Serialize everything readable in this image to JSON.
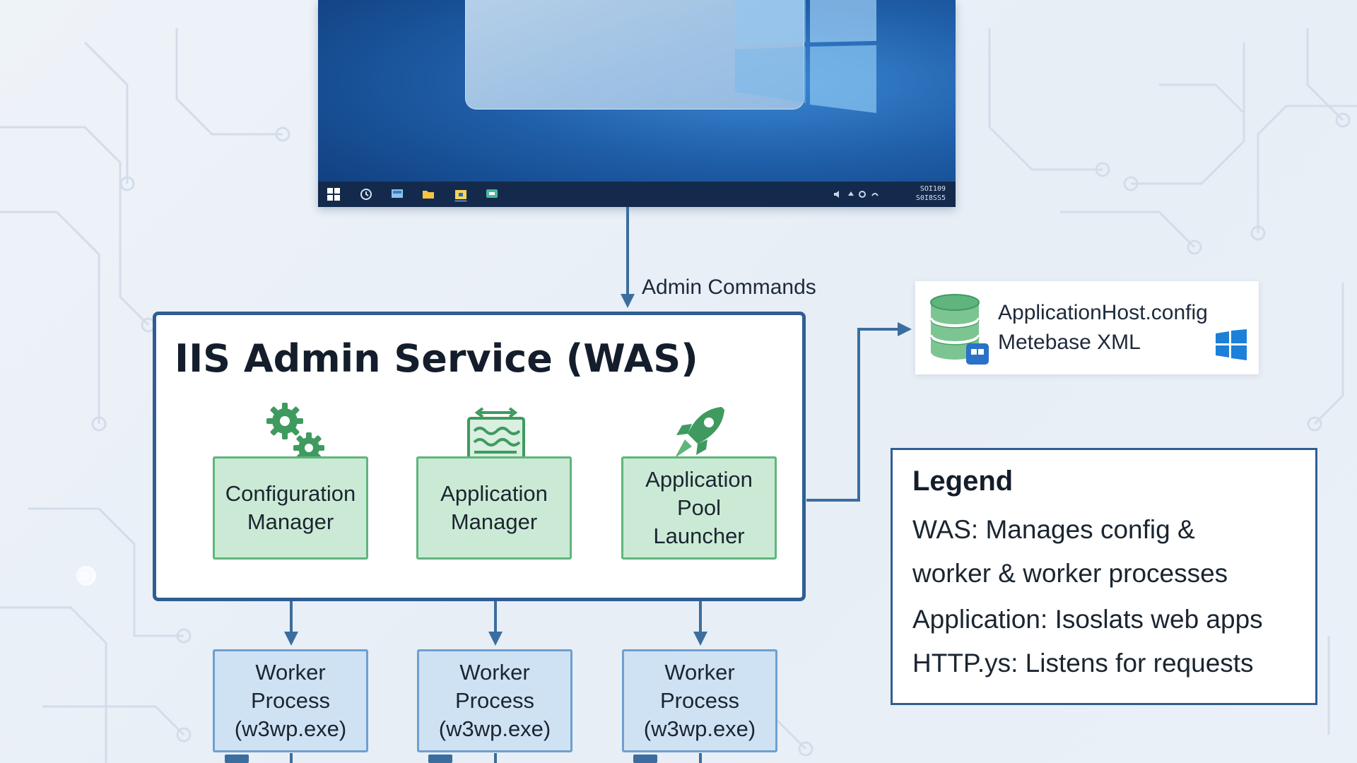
{
  "diagram": {
    "title": "IIS Admin Service (WAS)",
    "admin_commands_label": "Admin Commands",
    "components": [
      {
        "label": "Configuration\nManager",
        "icon": "gears-icon"
      },
      {
        "label": "Application\nManager",
        "icon": "network-board-icon"
      },
      {
        "label": "Application\nPool\nLauncher",
        "icon": "rocket-icon"
      }
    ],
    "workers": [
      {
        "label": "Worker\nProcess\n(w3wp.exe)"
      },
      {
        "label": "Worker\nProcess\n(w3wp.exe)"
      },
      {
        "label": "Worker\nProcess\n(w3wp.exe)"
      }
    ],
    "config_store": {
      "line1": "ApplicationHost.config",
      "line2": "Metebase XML",
      "icon": "database-icon",
      "logo": "windows-logo-icon"
    },
    "legend": {
      "title": "Legend",
      "lines": [
        "WAS: Manages config &",
        "worker & worker processes",
        "Application: Isoslats web apps",
        "HTTP.ys:  Listens for requests"
      ]
    }
  },
  "desktop": {
    "taskbar_icons": [
      "windows-start-icon",
      "clock-icon",
      "monitor-icon",
      "folder-icon",
      "file-explorer-icon",
      "network-icon"
    ],
    "clock_line1": "SOI109",
    "clock_line2": "S0I8SS5"
  },
  "colors": {
    "frame_blue": "#2f5e93",
    "component_green_fill": "#cbead5",
    "component_green_border": "#5fb57c",
    "worker_blue_fill": "#cfe2f4",
    "worker_blue_border": "#6f9fcf",
    "connector_blue": "#3c6d9f"
  }
}
